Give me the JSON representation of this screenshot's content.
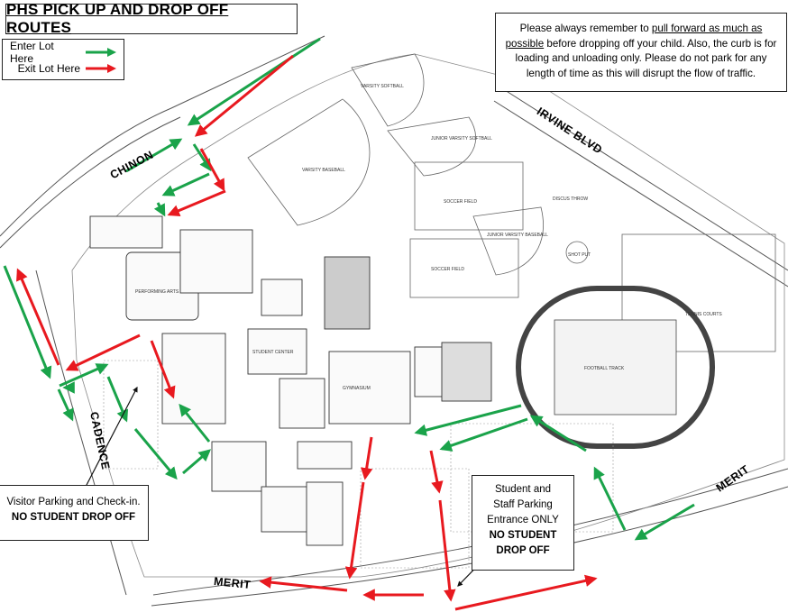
{
  "title": "PHS PICK UP AND DROP OFF ROUTES",
  "legend": {
    "enter": {
      "label": "Enter Lot Here",
      "color": "#1aa34a"
    },
    "exit": {
      "label": "Exit Lot Here",
      "color": "#e8191f"
    }
  },
  "notice": {
    "part1": "Please always remember to ",
    "emphasis": "pull forward as much as possible",
    "part2": " before dropping off your child. Also, the curb is for loading and unloading only.  Please do not park for any length of time as this will disrupt the flow of traffic."
  },
  "visitor_box": {
    "line1": "Visitor Parking and Check-in.",
    "line2": "NO STUDENT DROP OFF"
  },
  "staff_box": {
    "line1": "Student and",
    "line2": "Staff Parking",
    "line3": "Entrance ONLY",
    "line4": "NO STUDENT",
    "line5": "DROP OFF"
  },
  "streets": {
    "chinon": "CHINON",
    "irvine": "IRVINE BLVD",
    "cadence": "CADENCE",
    "merit_left": "MERIT",
    "merit_right": "MERIT"
  },
  "facilities": {
    "varsity_softball": "VARSITY SOFTBALL",
    "jv_softball": "JUNIOR VARSITY SOFTBALL",
    "varsity_baseball": "VARSITY BASEBALL",
    "soccer1": "SOCCER FIELD",
    "soccer2": "SOCCER FIELD",
    "jv_baseball": "JUNIOR VARSITY BASEBALL",
    "discus": "DISCUS THROW",
    "shot_put": "SHOT PUT",
    "tennis": "TENNIS COURTS",
    "football": "FOOTBALL TRACK",
    "performing_arts": "PERFORMING ARTS",
    "gymnasium": "GYMNASIUM",
    "student_center": "STUDENT CENTER"
  }
}
